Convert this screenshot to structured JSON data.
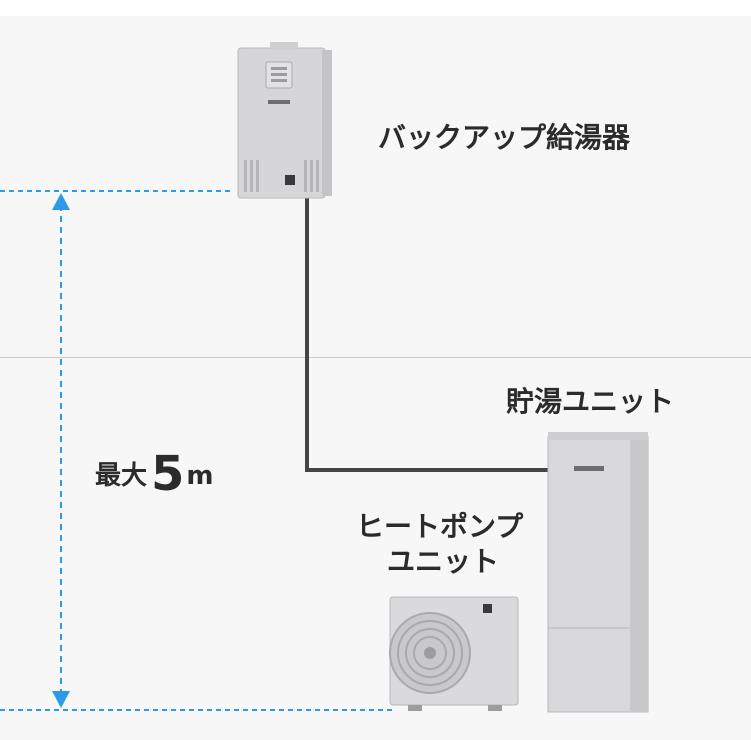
{
  "labels": {
    "backup_heater": "バックアップ給湯器",
    "storage_unit": "貯湯ユニット",
    "heat_pump_line1": "ヒートポンプ",
    "heat_pump_line2": "ユニット",
    "max_prefix": "最大",
    "max_value": "5",
    "max_unit": "m"
  },
  "colors": {
    "background": "#f7f7f8",
    "arrow": "#2b9be8",
    "pipe": "#444444",
    "unit_body": "#d6d6d8",
    "text": "#2b2b2b"
  }
}
